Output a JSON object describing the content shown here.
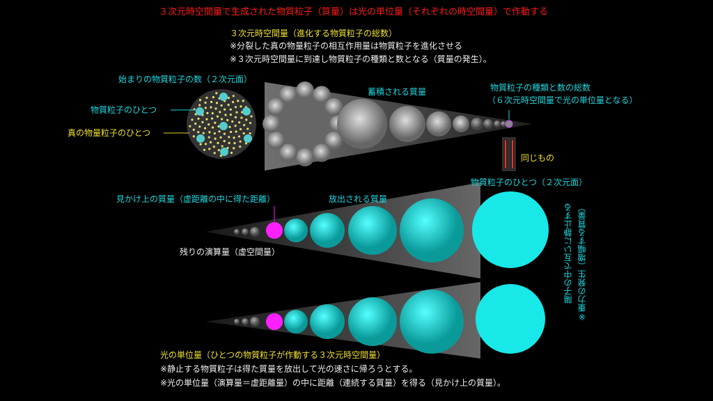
{
  "title": "３次元時空間量で生成された物質粒子（質量）は光の単位量（それぞれの時空間量）で作動する",
  "intro": {
    "heading": "３次元時空間量（進化する物質粒子の総数）",
    "line1": "※分裂した真の物量粒子の相互作用量は物質粒子を進化させる",
    "line2": "※３次元時空間量に到達し物質粒子の種類と数となる（質量の発生）。"
  },
  "top_diagram": {
    "start_label": "始まりの物質粒子の数（２次元面）",
    "particle_label": "物質粒子のひとつ",
    "true_particle_label": "真の物量粒子のひとつ",
    "accumulated_label": "蓄積される質量",
    "total_label_1": "物質粒子の種類と数の総数",
    "total_label_2": "（６次元時空間量で光の単位量となる）",
    "same_label": "同じもの"
  },
  "bottom_diagram": {
    "single_particle_label": "物質粒子のひとつ（２次元面）",
    "apparent_mass_label": "見かけ上の質量（虚距離の中に得た距離）",
    "emitted_label": "放出される質量",
    "remaining_label": "残りの演算量（虚空間量）",
    "vertical_1": "陽子の中で互いに静止する",
    "vertical_2": "※重力の発生（増幅する質量）"
  },
  "footer": {
    "heading": "光の単位量（ひとつの物質粒子が作動する３次元時空間量）",
    "line1": "※静止する物質粒子は得た質量を放出して光の速さに帰ろうとする。",
    "line2": "※光の単位量（演算量＝虚距離量）の中に距離（連続する質量）を得る（見かけ上の質量）。"
  },
  "colors": {
    "title": "#ff1a1a",
    "yellow": "#f0e030",
    "cyan": "#20d8e0",
    "magenta": "#ff20ff",
    "sphere": "#18e8e8"
  }
}
